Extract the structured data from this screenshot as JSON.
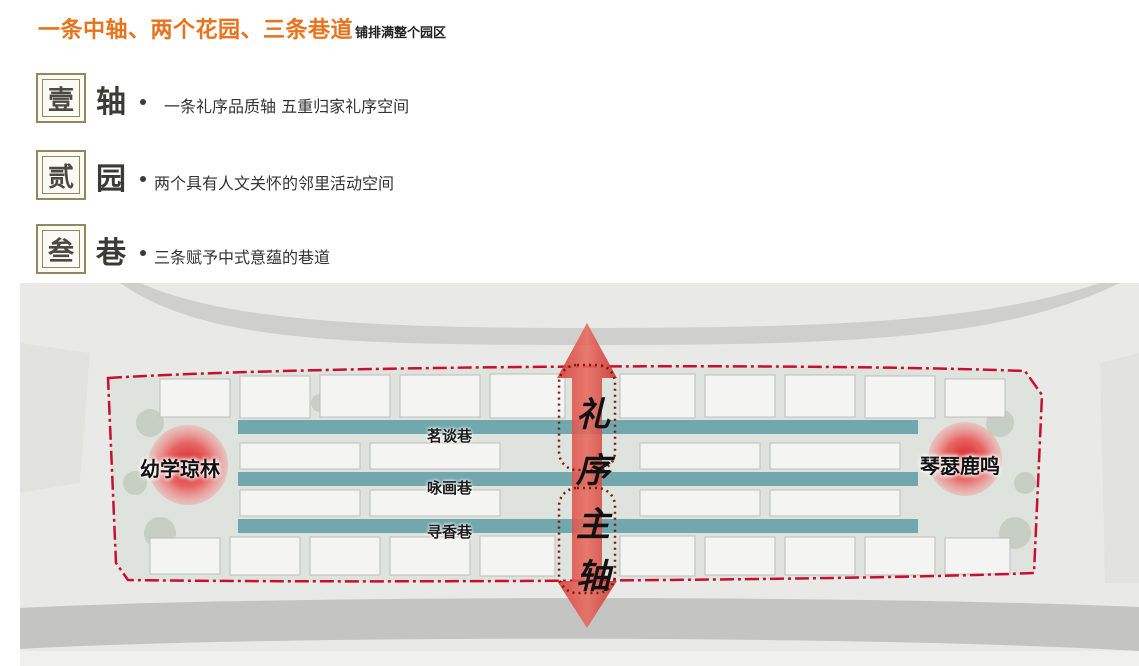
{
  "headline": {
    "main": "一条中轴、两个花园、三条巷道",
    "sub": "铺排满整个园区"
  },
  "items": [
    {
      "badge": "壹",
      "char": "轴",
      "desc": "一条礼序品质轴  五重归家礼序空间"
    },
    {
      "badge": "贰",
      "char": "园",
      "desc": "两个具有人文关怀的邻里活动空间"
    },
    {
      "badge": "叁",
      "char": "巷",
      "desc": "三条赋予中式意蕴的巷道"
    }
  ],
  "plan": {
    "lanes": [
      "茗谈巷",
      "咏画巷",
      "寻香巷"
    ],
    "gardens": [
      "幼学琼林",
      "琴瑟鹿鸣"
    ],
    "axis_chars": [
      "礼",
      "序",
      "主",
      "轴"
    ],
    "colors": {
      "accent": "#e8731c",
      "boundary": "#c8102e",
      "lane": "#5f9ea4",
      "garden": "#e8262a",
      "axis_arrow": "#d9443f",
      "badge_border": "#8f8a5e"
    }
  }
}
